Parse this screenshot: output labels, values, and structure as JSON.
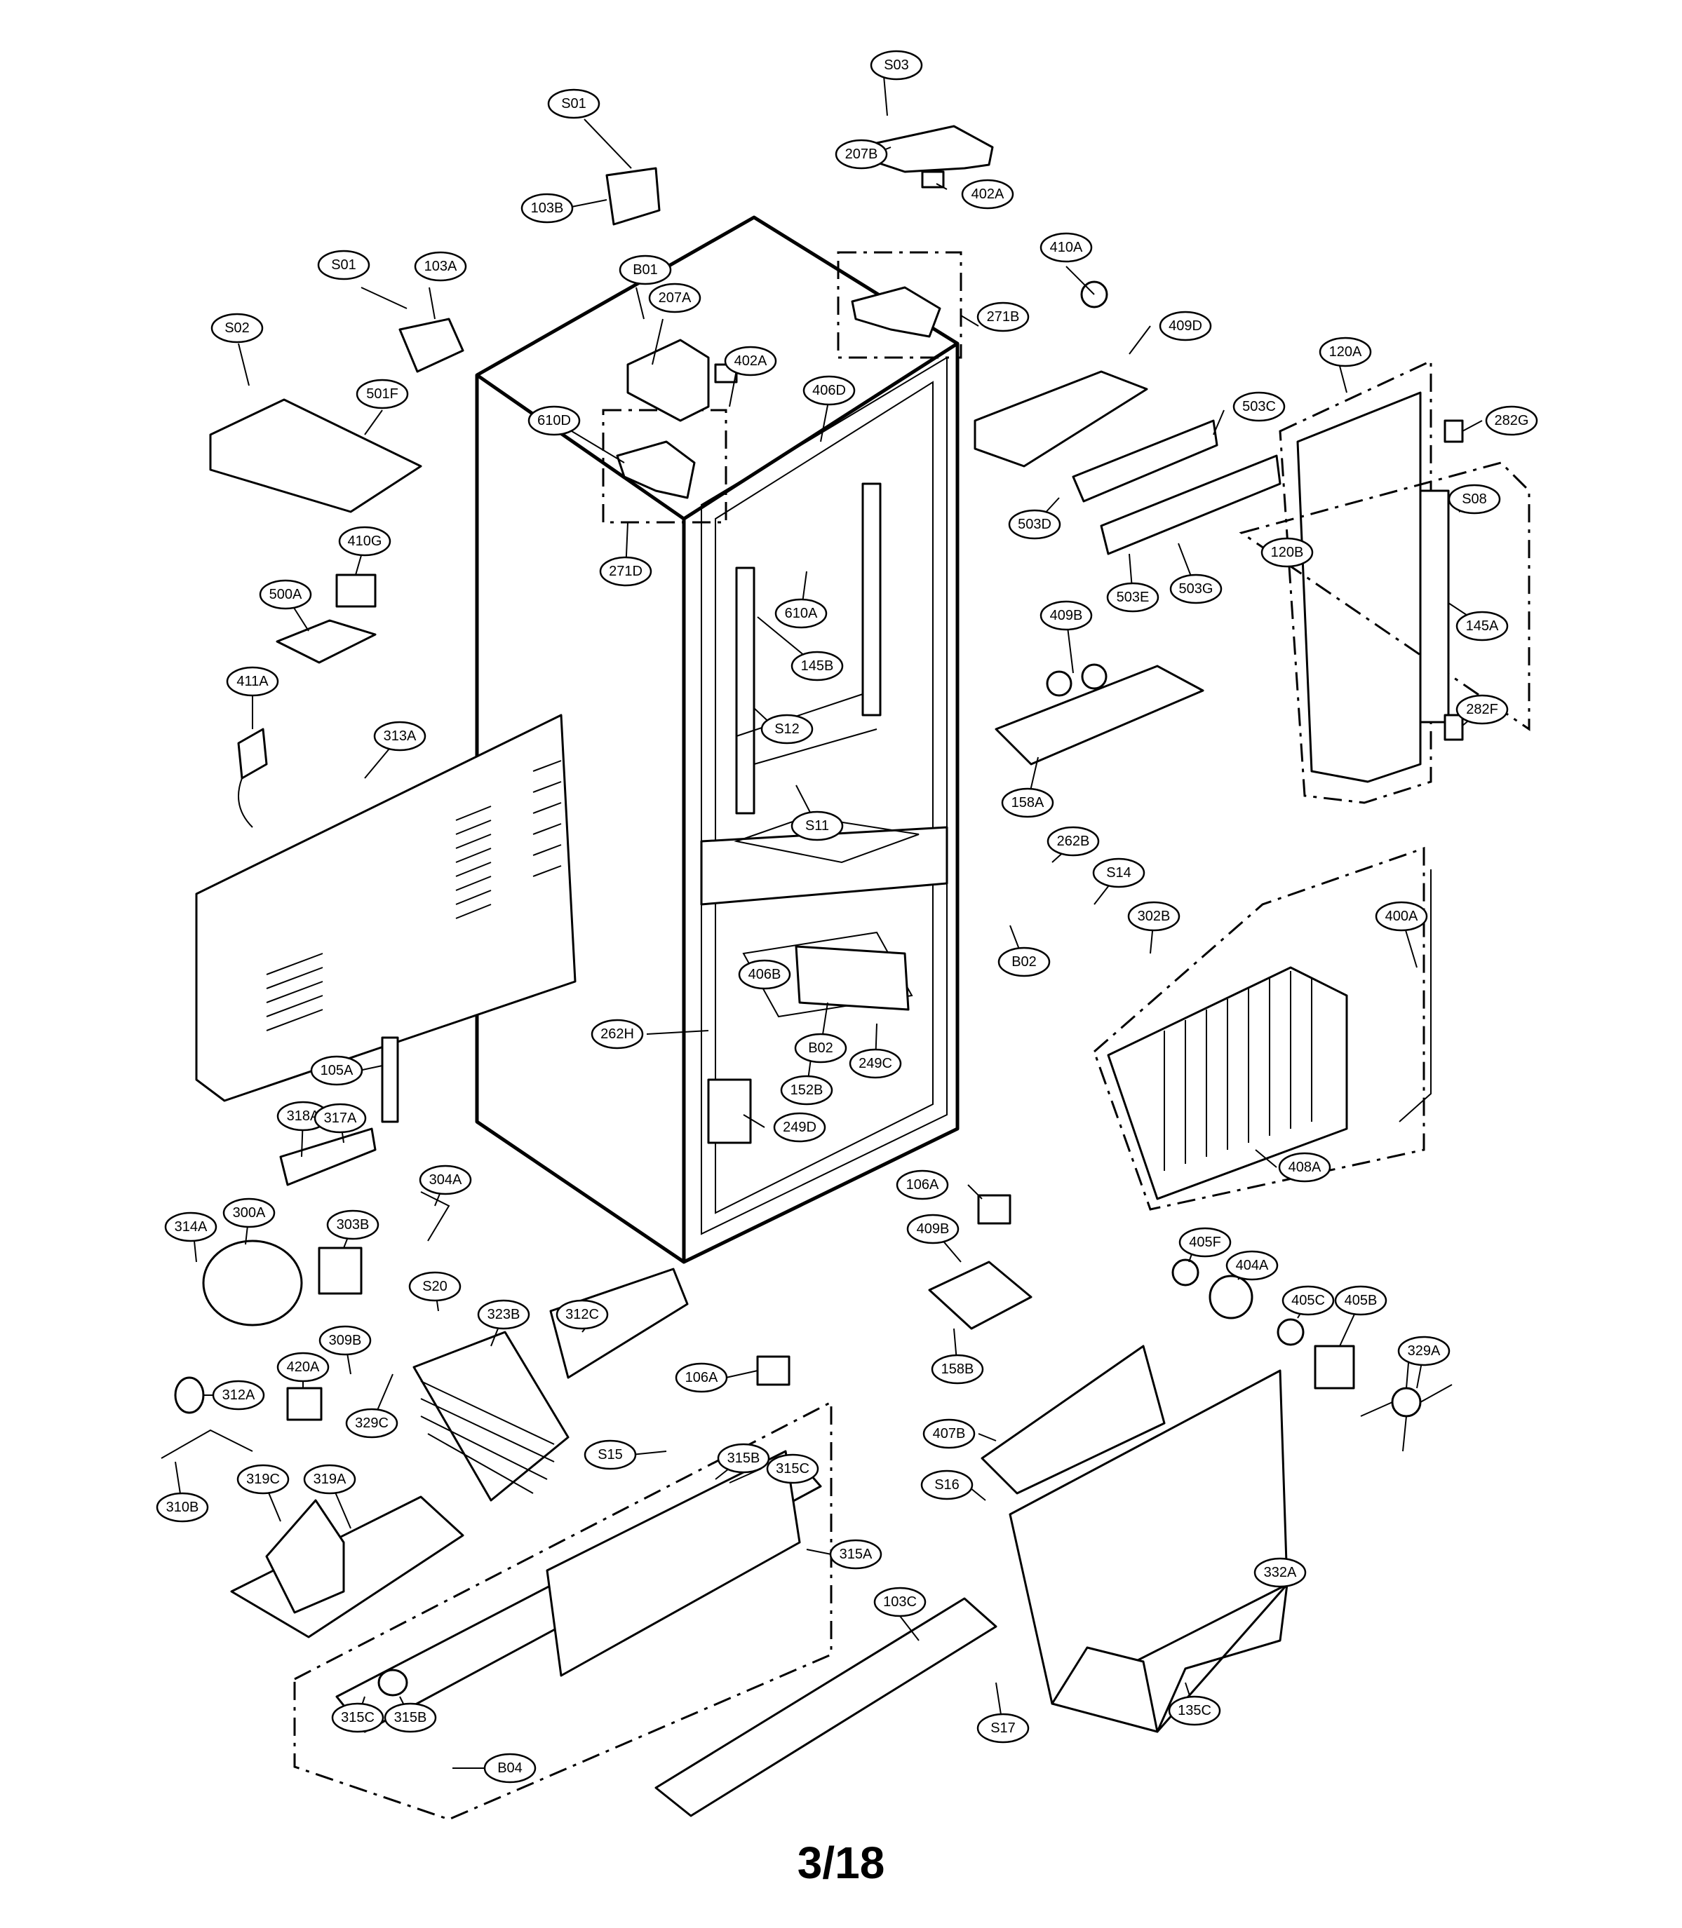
{
  "page_number": "3/18",
  "callouts": [
    {
      "id": "S03"
    },
    {
      "id": "S01"
    },
    {
      "id": "207B"
    },
    {
      "id": "402A"
    },
    {
      "id": "103B"
    },
    {
      "id": "410A"
    },
    {
      "id": "S01"
    },
    {
      "id": "103A"
    },
    {
      "id": "B01"
    },
    {
      "id": "207A"
    },
    {
      "id": "271B"
    },
    {
      "id": "409D"
    },
    {
      "id": "S02"
    },
    {
      "id": "120A"
    },
    {
      "id": "402A"
    },
    {
      "id": "406D"
    },
    {
      "id": "501F"
    },
    {
      "id": "503C"
    },
    {
      "id": "610D"
    },
    {
      "id": "282G"
    },
    {
      "id": "503D"
    },
    {
      "id": "S08"
    },
    {
      "id": "410G"
    },
    {
      "id": "120B"
    },
    {
      "id": "271D"
    },
    {
      "id": "503E"
    },
    {
      "id": "503G"
    },
    {
      "id": "500A"
    },
    {
      "id": "610A"
    },
    {
      "id": "409B"
    },
    {
      "id": "145A"
    },
    {
      "id": "145B"
    },
    {
      "id": "411A"
    },
    {
      "id": "282F"
    },
    {
      "id": "313A"
    },
    {
      "id": "S12"
    },
    {
      "id": "158A"
    },
    {
      "id": "S11"
    },
    {
      "id": "262B"
    },
    {
      "id": "S14"
    },
    {
      "id": "302B"
    },
    {
      "id": "400A"
    },
    {
      "id": "406B"
    },
    {
      "id": "B02"
    },
    {
      "id": "262H"
    },
    {
      "id": "B02"
    },
    {
      "id": "249C"
    },
    {
      "id": "105A"
    },
    {
      "id": "152B"
    },
    {
      "id": "318A"
    },
    {
      "id": "317A"
    },
    {
      "id": "249D"
    },
    {
      "id": "408A"
    },
    {
      "id": "304A"
    },
    {
      "id": "106A"
    },
    {
      "id": "300A"
    },
    {
      "id": "314A"
    },
    {
      "id": "303B"
    },
    {
      "id": "409B"
    },
    {
      "id": "405F"
    },
    {
      "id": "404A"
    },
    {
      "id": "S20"
    },
    {
      "id": "312C"
    },
    {
      "id": "323B"
    },
    {
      "id": "405C"
    },
    {
      "id": "405B"
    },
    {
      "id": "309B"
    },
    {
      "id": "329A"
    },
    {
      "id": "420A"
    },
    {
      "id": "106A"
    },
    {
      "id": "158B"
    },
    {
      "id": "312A"
    },
    {
      "id": "329C"
    },
    {
      "id": "407B"
    },
    {
      "id": "310B"
    },
    {
      "id": "S15"
    },
    {
      "id": "315B"
    },
    {
      "id": "319C"
    },
    {
      "id": "319A"
    },
    {
      "id": "315C"
    },
    {
      "id": "S16"
    },
    {
      "id": "315A"
    },
    {
      "id": "332A"
    },
    {
      "id": "103C"
    },
    {
      "id": "135C"
    },
    {
      "id": "315C"
    },
    {
      "id": "315B"
    },
    {
      "id": "S17"
    },
    {
      "id": "B04"
    }
  ]
}
